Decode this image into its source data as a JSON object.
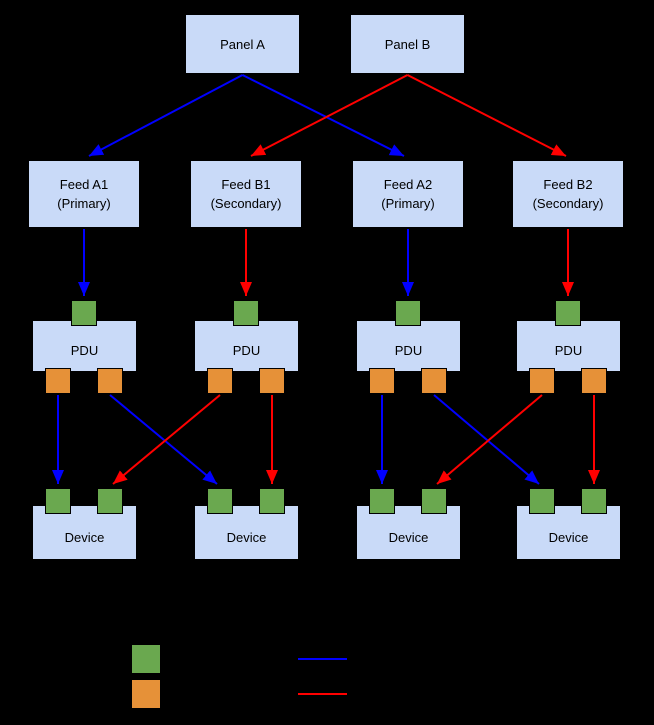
{
  "diagram": {
    "panels": [
      {
        "label": "Panel A"
      },
      {
        "label": "Panel B"
      }
    ],
    "feeds": [
      {
        "line1": "Feed A1",
        "line2": "(Primary)"
      },
      {
        "line1": "Feed B1",
        "line2": "(Secondary)"
      },
      {
        "line1": "Feed A2",
        "line2": "(Primary)"
      },
      {
        "line1": "Feed B2",
        "line2": "(Secondary)"
      }
    ],
    "pdus": [
      {
        "label": "PDU"
      },
      {
        "label": "PDU"
      },
      {
        "label": "PDU"
      },
      {
        "label": "PDU"
      }
    ],
    "devices": [
      {
        "label": "Device"
      },
      {
        "label": "Device"
      },
      {
        "label": "Device"
      },
      {
        "label": "Device"
      }
    ]
  },
  "legend": {
    "items": [
      {
        "name": "green-square-swatch",
        "shape": "square",
        "color": "#6aa84f"
      },
      {
        "name": "orange-square-swatch",
        "shape": "square",
        "color": "#e69138"
      },
      {
        "name": "blue-line-swatch",
        "shape": "line",
        "color": "#0000ff"
      },
      {
        "name": "red-line-swatch",
        "shape": "line",
        "color": "#ff0000"
      }
    ]
  },
  "colors": {
    "background": "#000000",
    "box-fill": "#c9daf8",
    "box-border": "#000000",
    "box-text": "#000000",
    "port-green": "#6aa84f",
    "port-orange": "#e69138",
    "arrow-blue": "#0000ff",
    "arrow-red": "#ff0000"
  }
}
